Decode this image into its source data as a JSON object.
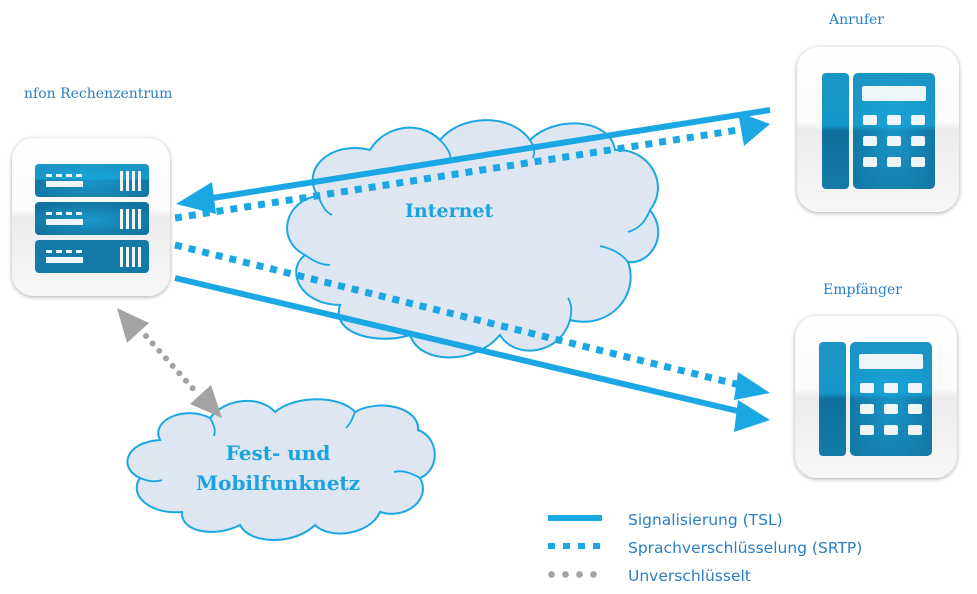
{
  "nodes": {
    "datacenter": {
      "label": "nfon Rechenzentrum",
      "icon": "server-rack-icon"
    },
    "caller": {
      "label": "Anrufer",
      "icon": "desk-phone-icon"
    },
    "receiver": {
      "label": "Empfänger",
      "icon": "desk-phone-icon"
    }
  },
  "clouds": {
    "internet": {
      "label": "Internet"
    },
    "fixed_mobile": {
      "label_line1": "Fest- und",
      "label_line2": "Mobilfunknetz"
    }
  },
  "connections": [
    {
      "from": "caller",
      "to": "datacenter",
      "type": "signaling"
    },
    {
      "from": "datacenter",
      "to": "caller",
      "type": "voice-encryption"
    },
    {
      "from": "datacenter",
      "to": "receiver",
      "type": "voice-encryption"
    },
    {
      "from": "datacenter",
      "to": "receiver",
      "type": "signaling"
    },
    {
      "from": "datacenter",
      "to": "fixed_mobile",
      "type": "unencrypted",
      "bidirectional": true
    }
  ],
  "legend": [
    {
      "style": "solid",
      "label": "Signalisierung (TSL)"
    },
    {
      "style": "dotted",
      "label": "Sprachverschlüsselung (SRTP)"
    },
    {
      "style": "gray-dots",
      "label": "Unverschlüsselt"
    }
  ],
  "colors": {
    "accent_blue": "#1aa7e4",
    "label_blue": "#2a7fc4",
    "icon_blue": "#137aa8",
    "cloud_fill": "#dde6f1",
    "gray": "#a3a3a3"
  }
}
